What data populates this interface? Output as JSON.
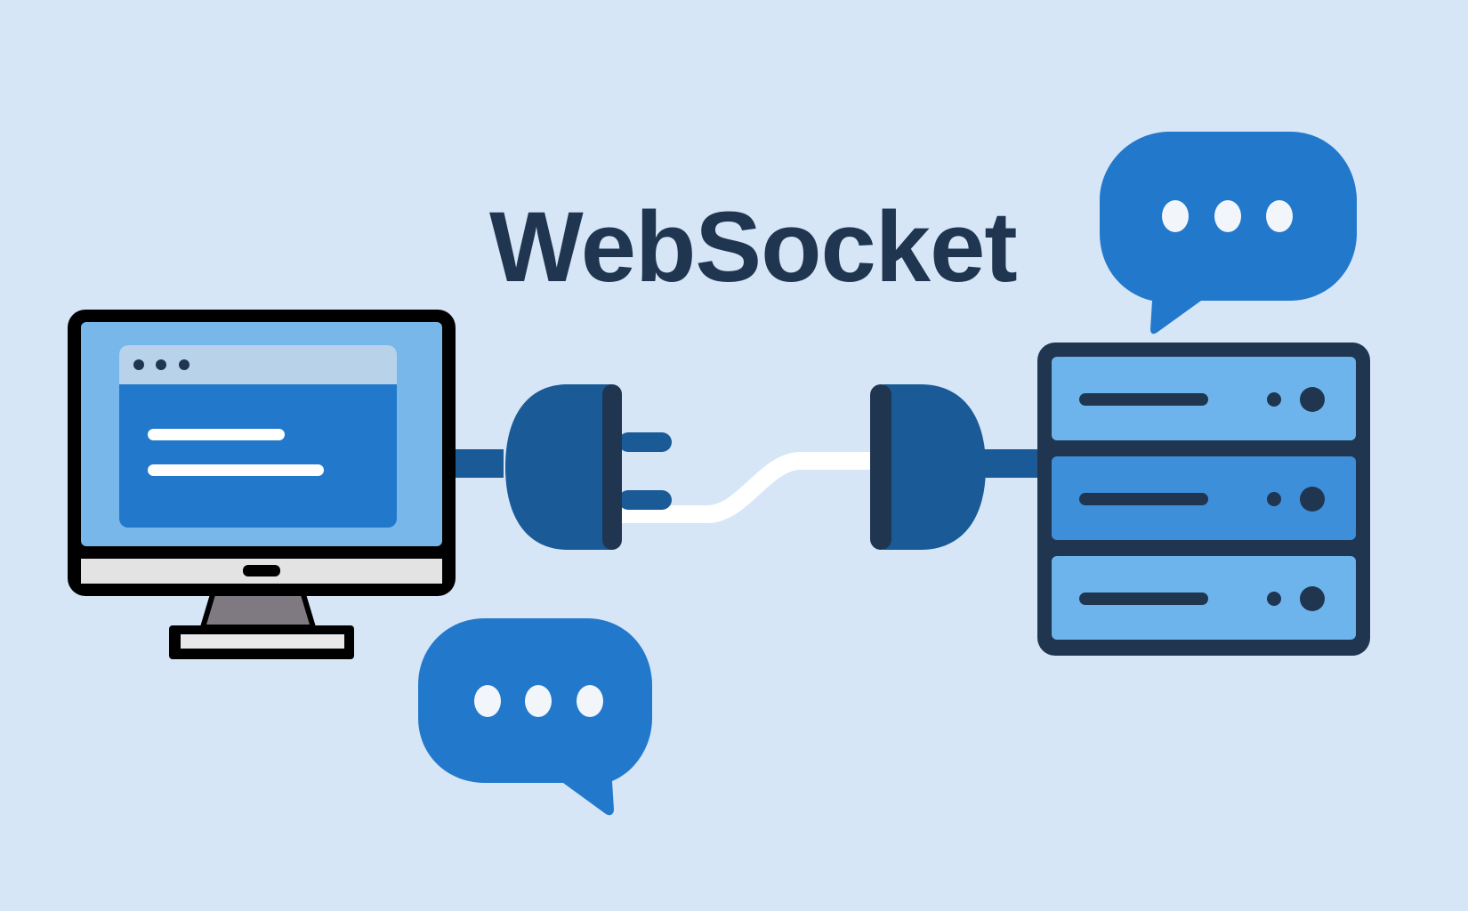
{
  "title": "WebSocket",
  "colors": {
    "background": "#d6e6f7",
    "outline": "#1f3550",
    "plug_blue": "#1a5b97",
    "bubble_blue": "#2279cc",
    "screen_blue": "#78b7ea",
    "window_blue": "#2279cc",
    "server_light": "#6db4ec",
    "server_mid": "#3e8fda"
  },
  "icons": {
    "client": "desktop-monitor-icon",
    "server": "server-rack-icon",
    "left_plug": "plug-icon",
    "right_socket": "socket-icon",
    "bubble_top": "chat-bubble-icon",
    "bubble_bottom": "chat-bubble-icon"
  },
  "server": {
    "units": 3
  },
  "bubbles": {
    "dots_per_bubble": 3
  }
}
